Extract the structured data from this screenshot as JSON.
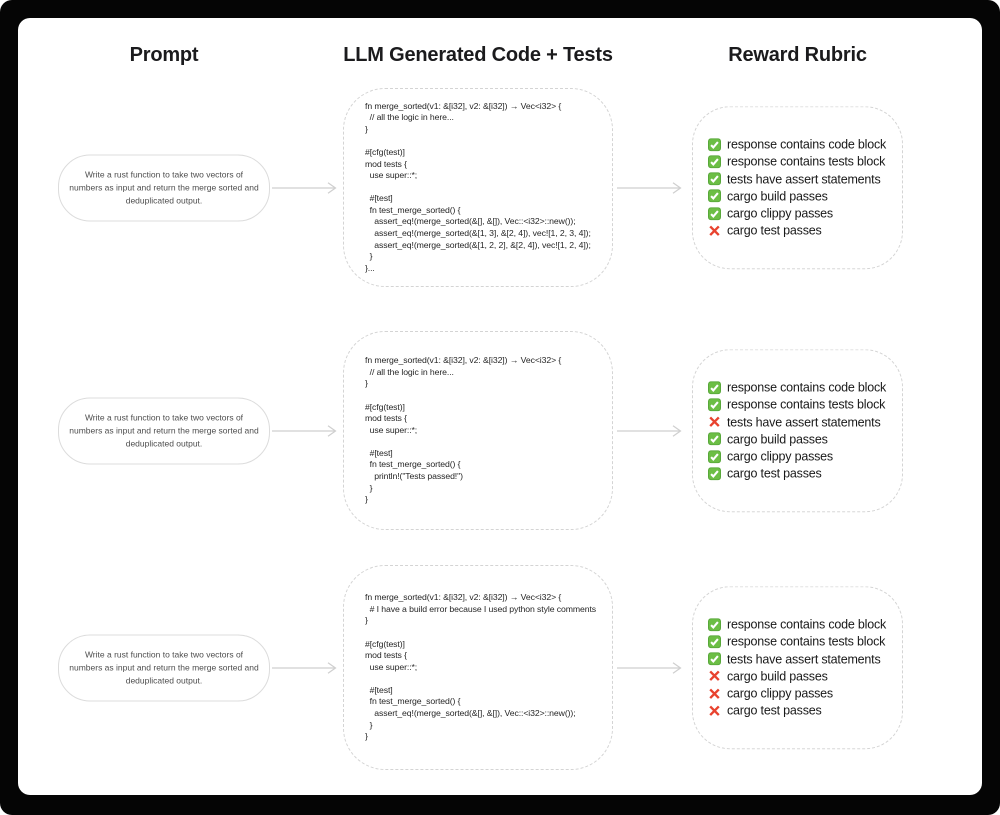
{
  "headers": {
    "prompt": "Prompt",
    "code": "LLM Generated Code + Tests",
    "rubric": "Reward Rubric"
  },
  "colors": {
    "check_green": "#6CBE45",
    "check_green_border": "#58A83A",
    "cross_red": "#E8432F",
    "arrow_gray": "#cfcfcf",
    "dashed_border": "#d4d4d4"
  },
  "rows": [
    {
      "prompt": "Write a rust function to take two vectors of numbers as input and return the merge sorted and deduplicated output.",
      "code": "fn merge_sorted(v1: &[i32], v2: &[i32]) → Vec<i32> {\n  // all the logic in here...\n}\n\n#[cfg(test)]\nmod tests {\n  use super::*;\n\n  #[test]\n  fn test_merge_sorted() {\n    assert_eq!(merge_sorted(&[], &[]), Vec::<i32>::new());\n    assert_eq!(merge_sorted(&[1, 3], &[2, 4]), vec![1, 2, 3, 4]);\n    assert_eq!(merge_sorted(&[1, 2, 2], &[2, 4]), vec![1, 2, 4]);\n  }\n}...",
      "rubric": [
        {
          "pass": true,
          "label": "response contains code block"
        },
        {
          "pass": true,
          "label": "response contains tests block"
        },
        {
          "pass": true,
          "label": "tests have assert statements"
        },
        {
          "pass": true,
          "label": "cargo build passes"
        },
        {
          "pass": true,
          "label": "cargo clippy passes"
        },
        {
          "pass": false,
          "label": "cargo test passes"
        }
      ]
    },
    {
      "prompt": "Write a rust function to take two vectors of numbers as input and return the merge sorted and deduplicated output.",
      "code": "fn merge_sorted(v1: &[i32], v2: &[i32]) → Vec<i32> {\n  // all the logic in here...\n}\n\n#[cfg(test)]\nmod tests {\n  use super::*;\n\n  #[test]\n  fn test_merge_sorted() {\n    println!(\"Tests passed!\")\n  }\n}",
      "rubric": [
        {
          "pass": true,
          "label": "response contains code block"
        },
        {
          "pass": true,
          "label": "response contains tests block"
        },
        {
          "pass": false,
          "label": "tests have assert statements"
        },
        {
          "pass": true,
          "label": "cargo build passes"
        },
        {
          "pass": true,
          "label": "cargo clippy passes"
        },
        {
          "pass": true,
          "label": "cargo test passes"
        }
      ]
    },
    {
      "prompt": "Write a rust function to take two vectors of numbers as input and return the merge sorted and deduplicated output.",
      "code": "fn merge_sorted(v1: &[i32], v2: &[i32]) → Vec<i32> {\n  # I have a build error because I used python style comments\n}\n\n#[cfg(test)]\nmod tests {\n  use super::*;\n\n  #[test]\n  fn test_merge_sorted() {\n    assert_eq!(merge_sorted(&[], &[]), Vec::<i32>::new());\n  }\n}",
      "rubric": [
        {
          "pass": true,
          "label": "response contains code block"
        },
        {
          "pass": true,
          "label": "response contains tests block"
        },
        {
          "pass": true,
          "label": "tests have assert statements"
        },
        {
          "pass": false,
          "label": "cargo build passes"
        },
        {
          "pass": false,
          "label": "cargo clippy passes"
        },
        {
          "pass": false,
          "label": "cargo test passes"
        }
      ]
    }
  ]
}
